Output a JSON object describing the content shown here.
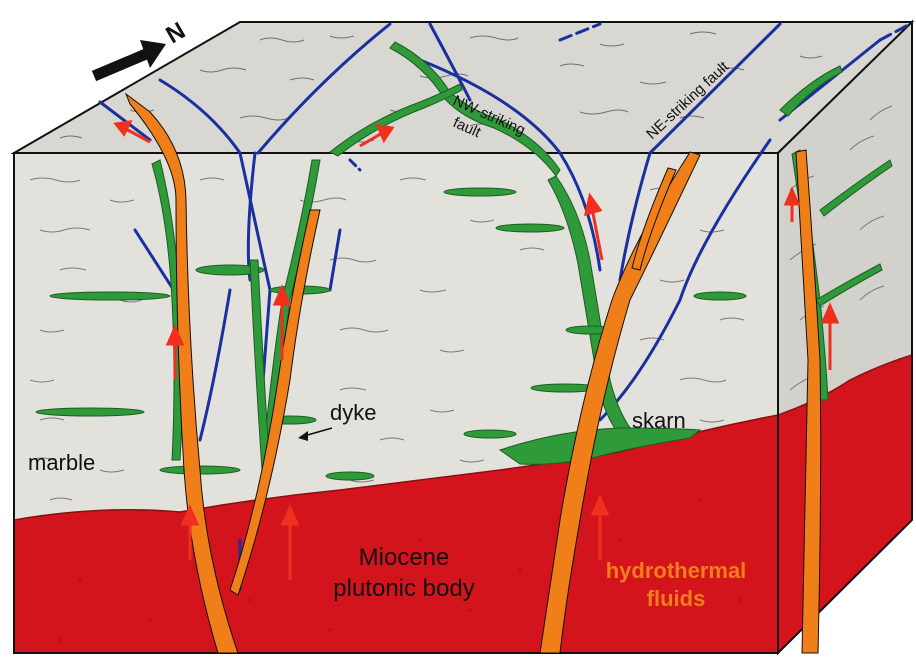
{
  "labels": {
    "north": "N",
    "nw_fault_line1": "NW-striking",
    "nw_fault_line2": "fault",
    "ne_fault": "NE-striking fault",
    "dyke": "dyke",
    "skarn": "skarn",
    "marble": "marble",
    "pluton_line1": "Miocene",
    "pluton_line2": "plutonic body",
    "fluids_line1": "hydrothermal",
    "fluids_line2": "fluids"
  },
  "colors": {
    "marble": "#e3e1dc",
    "marble_top": "#d9d7d1",
    "marble_side": "#d3d1cb",
    "pluton": "#d4141c",
    "pluton_dark": "#b80f16",
    "dyke": "#f07f1a",
    "skarn": "#2f9a3a",
    "fault": "#1a2fa0",
    "fluid_arrow": "#f0301c",
    "fluid_text": "#f07f1a",
    "outline": "#111111"
  }
}
